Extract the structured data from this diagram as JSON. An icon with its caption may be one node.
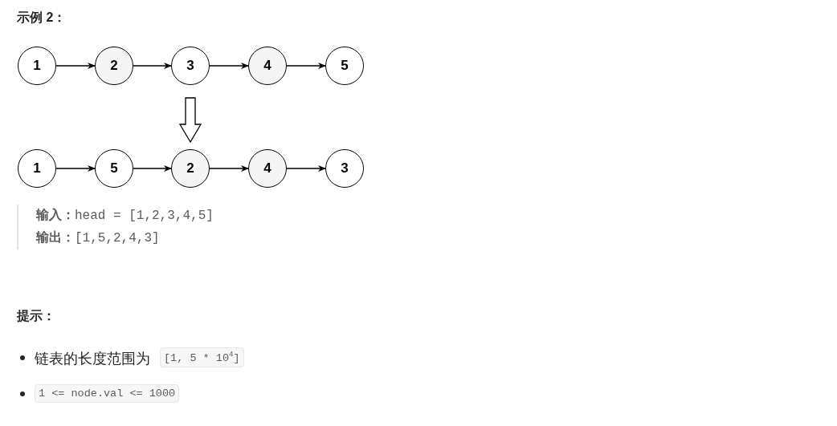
{
  "diagram": {
    "title": "示例 2：",
    "nodes": [
      {
        "text": [
          "1"
        ]
      },
      {
        "text": [
          "2"
        ]
      },
      {
        "text": [
          "3"
        ]
      },
      {
        "text": [
          "4"
        ]
      },
      {
        "text": [
          "5"
        ]
      },
      {
        "text": [
          "1"
        ]
      },
      {
        "text": [
          "5"
        ]
      },
      {
        "text": [
          "2"
        ]
      },
      {
        "text": [
          "4"
        ]
      },
      {
        "text": [
          "3"
        ]
      }
    ],
    "edges": [
      {
        "from": 0,
        "to": 1,
        "arrow": "to"
      },
      {
        "from": 1,
        "to": 2,
        "arrow": "to"
      },
      {
        "from": 2,
        "to": 3,
        "arrow": "to"
      },
      {
        "from": 3,
        "to": 4,
        "arrow": "to"
      },
      {
        "from": 2,
        "to": 7,
        "arrow": "to",
        "style": "thick"
      },
      {
        "from": 5,
        "to": 6,
        "arrow": "to"
      },
      {
        "from": 6,
        "to": 7,
        "arrow": "to"
      },
      {
        "from": 7,
        "to": 8,
        "arrow": "to"
      },
      {
        "from": 8,
        "to": 9,
        "arrow": "to"
      }
    ],
    "labels": [
      "**输入：**head = [1,2,3,4,5]",
      "**输出：**[1,5,2,4,3]",
      "提示：",
      "链表的长度范围为",
      "[1, 5 * 10$^{4}$]",
      "1 <= node.val <= 1000"
    ]
  }
}
